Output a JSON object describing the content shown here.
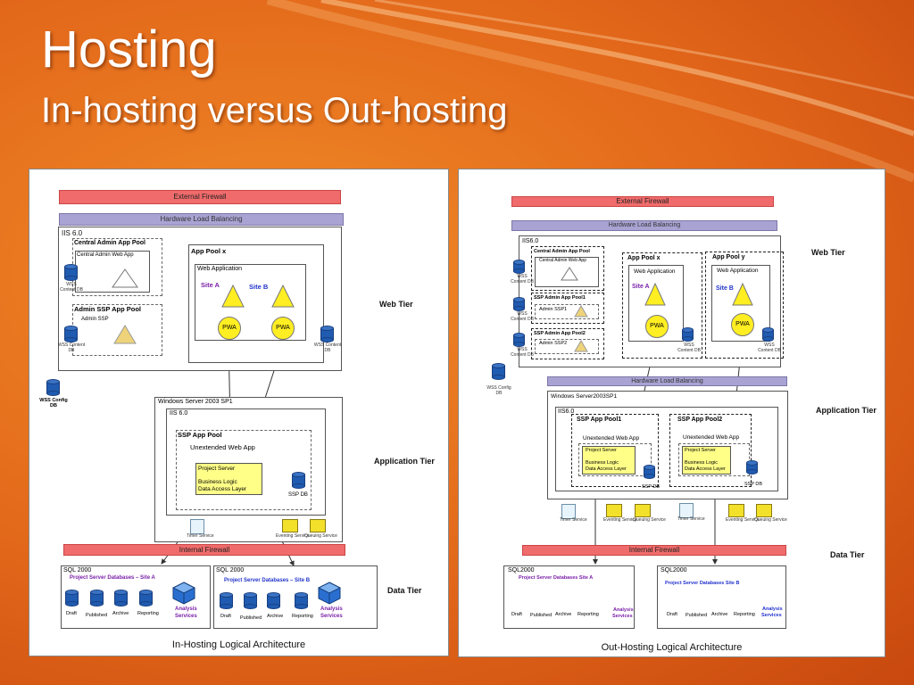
{
  "slide": {
    "title": "Hosting",
    "subtitle": "In-hosting versus Out-hosting"
  },
  "colors": {
    "background": "#e2671a",
    "firewall": "#f06b6b",
    "load_balancing": "#a9a3d3",
    "pwa": "#ffee22",
    "database": "#1f5bb0",
    "site_label": "#2233cc",
    "project_db_label": "#7a1fa8"
  },
  "left": {
    "caption": "In-Hosting Logical Architecture",
    "external_firewall": "External Firewall",
    "hardware_lb": "Hardware Load Balancing",
    "web_tier": "Web Tier",
    "app_tier": "Application Tier",
    "data_tier": "Data Tier",
    "iis_web": "IIS 6.0",
    "central_admin_pool": "Central Admin App Pool",
    "central_admin_web_app": "Central Admin Web App",
    "wss_content_db": "WSS Content DB",
    "admin_ssp_pool": "Admin SSP App Pool",
    "admin_ssp": "Admin SSP",
    "app_pool_x": "App Pool x",
    "web_application": "Web Application",
    "site_a": "Site A",
    "site_b": "Site B",
    "pwa": "PWA",
    "wss_config_db": "WSS Config DB",
    "windows_server": "Windows Server 2003 SP1",
    "iis_app": "IIS 6.0",
    "ssp_app_pool": "SSP App Pool",
    "unextended_web_app": "Unextended Web App",
    "project_server": "Project Server",
    "business_logic": "Business Logic",
    "data_access_layer": "Data Access Layer",
    "ssp_db": "SSP DB",
    "timer_service": "Timer Service",
    "eventing_service": "Eventing Service",
    "queuing_service": "Queuing Service",
    "internal_firewall": "Internal  Firewall",
    "sql_a": "SQL 2000",
    "sql_b": "SQL 2000",
    "psdb_a": "Project Server Databases – Site A",
    "psdb_b": "Project Server Databases – Site B",
    "db_draft": "Draft",
    "db_published": "Published",
    "db_archive": "Archive",
    "db_reporting": "Reporting",
    "analysis_1": "Analysis",
    "analysis_2": "Services"
  },
  "right": {
    "caption": "Out-Hosting Logical Architecture",
    "external_firewall": "External Firewall",
    "hardware_lb": "Hardware Load Balancing",
    "hardware_lb_2": "Hardware Load Balancing",
    "web_tier": "Web Tier",
    "app_tier": "Application Tier",
    "data_tier": "Data Tier",
    "iis_web": "IIS6.0",
    "central_admin_pool": "Central Admin App Pool",
    "central_admin_web_app": "Central Admin Web App",
    "ssp_admin_pool_1": "SSP Admin App Pool1",
    "admin_ssp_1": "Admin SSP1",
    "ssp_admin_pool_2": "SSP Admin App Pool2",
    "admin_ssp_2": "Admin SSP2",
    "wss_content_db": "WSS Content DB",
    "wss_config_db": "WSS Config DB",
    "app_pool_x": "App Pool x",
    "app_pool_y": "App Pool y",
    "web_application": "Web Application",
    "site_a": "Site A",
    "site_b": "Site B",
    "pwa": "PWA",
    "windows_server": "Windows Server2003SP1",
    "iis_app": "IIS6.0",
    "ssp_app_pool_1": "SSP App Pool1",
    "ssp_app_pool_2": "SSP App Pool2",
    "unextended_web_app": "Unextended Web App",
    "project_server": "Project Server",
    "business_logic": "Business Logic",
    "data_access_layer": "Data Access Layer",
    "ssp_db": "SSP DB",
    "timer_service": "Timer Service",
    "eventing_service": "Eventing Service",
    "queuing_service": "Queuing Service",
    "internal_firewall": "Internal Firewall",
    "sql_a": "SQL2000",
    "sql_b": "SQL2000",
    "psdb_a": "Project Server Databases  Site A",
    "psdb_b": "Project Server Databases  Site B",
    "db_draft": "Draft",
    "db_published": "Published",
    "db_archive": "Archive",
    "db_reporting": "Reporting",
    "analysis_1": "Analysis",
    "analysis_2": "Services"
  }
}
